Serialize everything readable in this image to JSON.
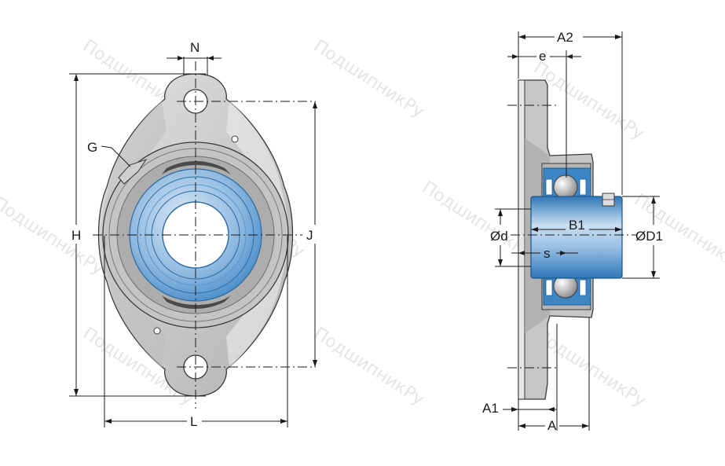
{
  "drawing": {
    "watermark_text": "ПодшипникРу",
    "colors": {
      "housing": "#d3d3d3",
      "housing_dark": "#a7a7a7",
      "insert_blue": "#3d86c6",
      "insert_light": "#b9d6ee",
      "outline": "#3a3a3a"
    }
  },
  "front_view": {
    "labels": {
      "N": "N",
      "G": "G",
      "H": "H",
      "J": "J",
      "L": "L"
    }
  },
  "side_view": {
    "labels": {
      "A2": "A2",
      "e": "e",
      "d": "Ød",
      "B1": "B1",
      "D1": "ØD1",
      "s": "s",
      "A1": "A1",
      "A": "A"
    }
  }
}
